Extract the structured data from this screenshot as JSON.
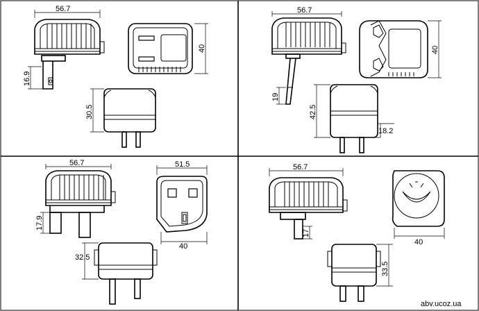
{
  "panels": {
    "top_left": {
      "width": "56.7",
      "height": "40",
      "pin": "16.9",
      "depth": "30.5"
    },
    "top_right": {
      "width": "56.7",
      "height": "40",
      "pin": "19",
      "depth": "42.5",
      "pin_w": "18.2"
    },
    "bottom_left": {
      "width": "56.7",
      "front_w": "51.5",
      "front_h": "40",
      "pin": "17.9",
      "depth": "32.5"
    },
    "bottom_right": {
      "width": "56.7",
      "front_w": "40",
      "pin": "17",
      "depth": "33.5"
    }
  },
  "watermark": "abv.ucoz.ua"
}
